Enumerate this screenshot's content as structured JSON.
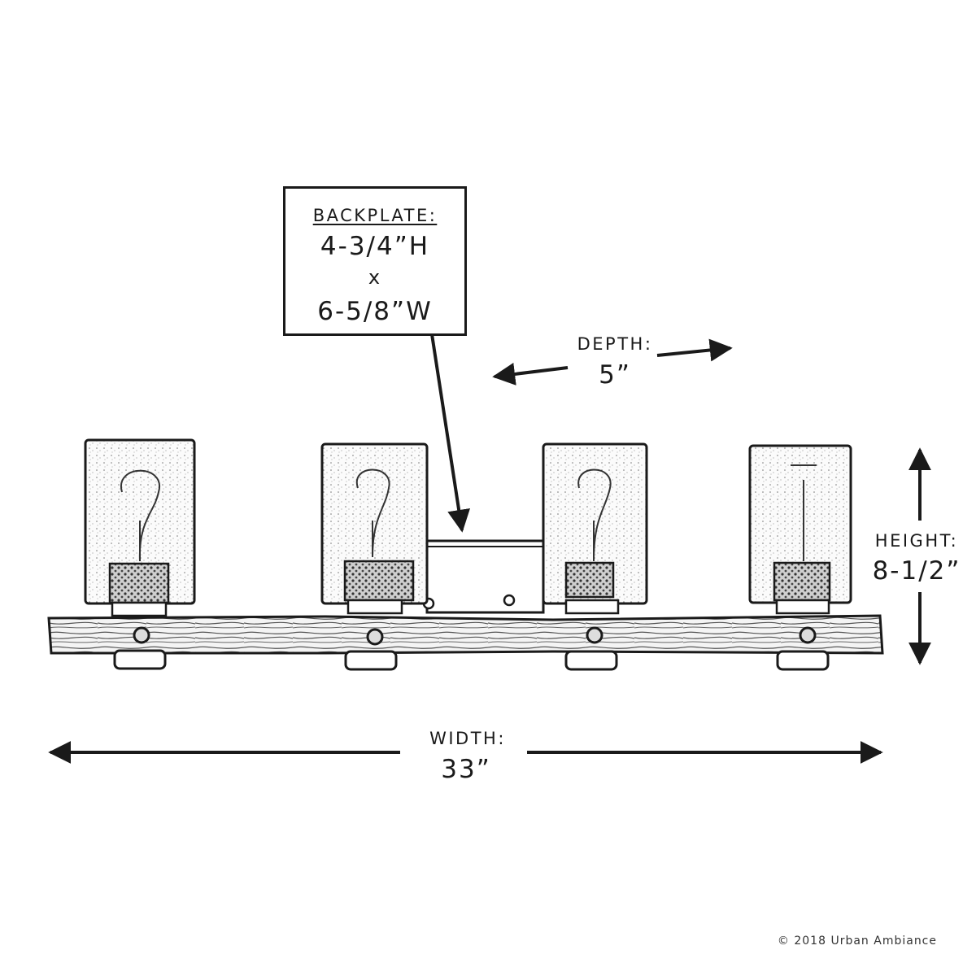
{
  "backplate": {
    "heading": "BACKPLATE:",
    "height": "4-3/4”H",
    "times": "x",
    "width": "6-5/8”W"
  },
  "depth": {
    "label": "DEPTH:",
    "value": "5”"
  },
  "height": {
    "label": "HEIGHT:",
    "value": "8-1/2”"
  },
  "width": {
    "label": "WIDTH:",
    "value": "33”"
  },
  "fixture": {
    "lights": 4,
    "colors": {
      "ink": "#1a1a1a",
      "wood": "#8a8a8a",
      "glass": "#dcdcdc"
    }
  },
  "copyright": "© 2018 Urban Ambiance"
}
